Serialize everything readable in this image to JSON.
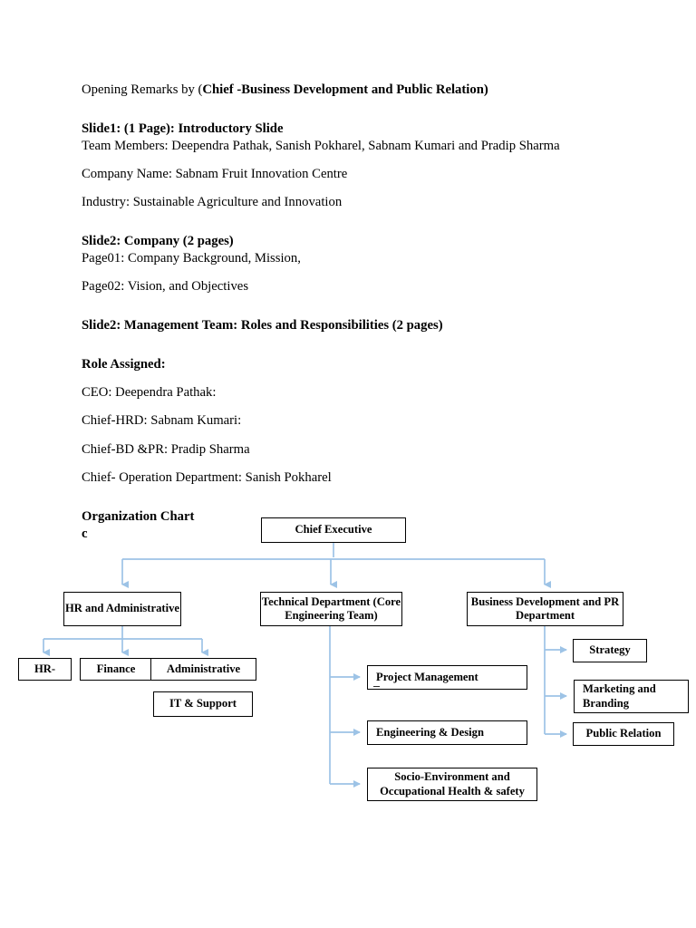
{
  "document": {
    "opening_remarks": {
      "prefix": "Opening Remarks by (",
      "bold": "Chief -Business Development and Public Relation)"
    },
    "slide1": {
      "heading": "Slide1: (1 Page): Introductory Slide",
      "team_members": "Team Members: Deependra Pathak, Sanish Pokharel, Sabnam Kumari and Pradip Sharma",
      "company_name": "Company Name: Sabnam Fruit Innovation Centre",
      "industry": "Industry: Sustainable Agriculture and Innovation"
    },
    "slide2_company": {
      "heading": "Slide2: Company (2 pages)",
      "page01": "Page01: Company Background, Mission,",
      "page02": "Page02: Vision, and Objectives"
    },
    "slide2_management": {
      "heading": "Slide2: Management Team: Roles and Responsibilities (2 pages)"
    },
    "roles": {
      "heading": "Role Assigned:",
      "items": [
        "CEO: Deependra Pathak:",
        "Chief-HRD: Sabnam Kumari:",
        "Chief-BD &PR: Pradip Sharma",
        "Chief- Operation Department: Sanish Pokharel"
      ]
    },
    "org_chart_section": {
      "heading": "Organization Chart",
      "stray_char": "c"
    }
  },
  "chart_data": {
    "type": "diagram",
    "title": "Organization Chart",
    "connector_color": "#9DC3E6",
    "box_border_color": "#000000",
    "nodes": [
      {
        "id": "chief-executive",
        "label": "Chief Executive",
        "level": 0
      },
      {
        "id": "hr-and-administrative",
        "label": "HR and\nAdministrative",
        "level": 1,
        "parent": "chief-executive"
      },
      {
        "id": "technical-department",
        "label": "Technical Department\n(Core Engineering Team)",
        "level": 1,
        "parent": "chief-executive"
      },
      {
        "id": "business-development-and-pr-department",
        "label": "Business Development and\nPR Department",
        "level": 1,
        "parent": "chief-executive"
      },
      {
        "id": "hr",
        "label": "HR-",
        "level": 2,
        "parent": "hr-and-administrative"
      },
      {
        "id": "finance",
        "label": "Finance",
        "level": 2,
        "parent": "hr-and-administrative"
      },
      {
        "id": "administrative",
        "label": "Administrative",
        "level": 2,
        "parent": "hr-and-administrative"
      },
      {
        "id": "it-and-support",
        "label": "IT & Support",
        "level": 2,
        "parent": "hr-and-administrative"
      },
      {
        "id": "project-management",
        "label": "Project Management",
        "level": 2,
        "parent": "technical-department"
      },
      {
        "id": "engineering-and-design",
        "label": "Engineering & Design",
        "level": 2,
        "parent": "technical-department"
      },
      {
        "id": "socio-environment",
        "label": "Socio-Environment and\nOccupational Health & safety",
        "level": 2,
        "parent": "technical-department"
      },
      {
        "id": "strategy",
        "label": "Strategy",
        "level": 2,
        "parent": "business-development-and-pr-department"
      },
      {
        "id": "marketing-and-branding",
        "label": "Marketing and\nBranding",
        "level": 2,
        "parent": "business-development-and-pr-department"
      },
      {
        "id": "public-relation",
        "label": "Public Relation",
        "level": 2,
        "parent": "business-development-and-pr-department"
      }
    ]
  }
}
